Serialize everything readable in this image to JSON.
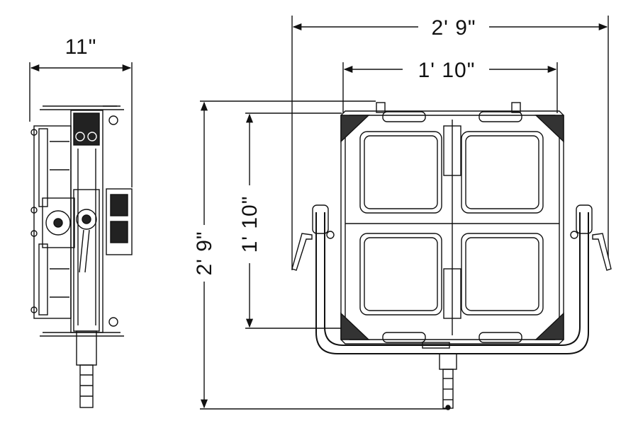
{
  "labels": {
    "side_depth": "11\"",
    "front_width_overall": "2' 9\"",
    "front_width_panel": "1' 10\"",
    "height_overall": "2' 9\"",
    "height_panel": "1' 10\""
  },
  "colors": {
    "line": "#111111",
    "background": "#ffffff"
  }
}
